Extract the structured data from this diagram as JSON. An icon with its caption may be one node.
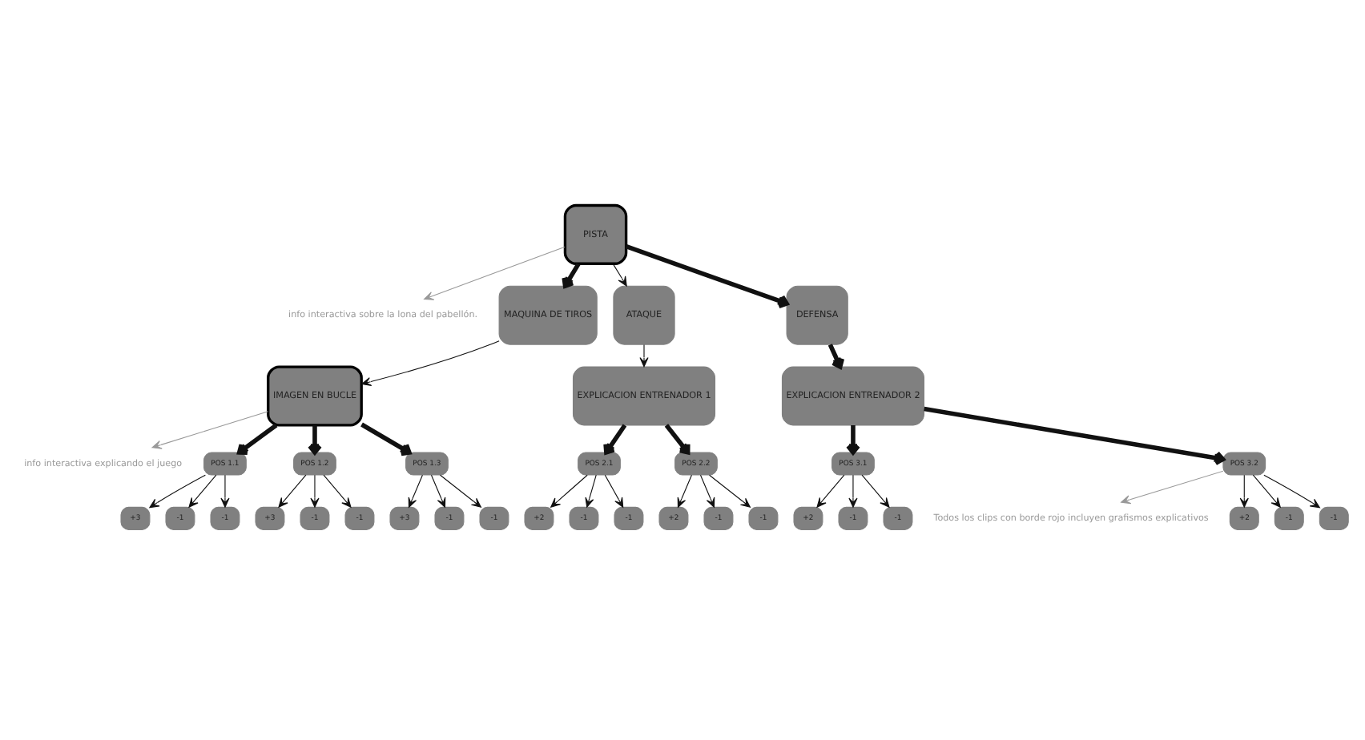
{
  "diagram": {
    "nodes": [
      {
        "text": [
          "PISTA"
        ]
      },
      {
        "text": [
          "info interactiva sobre la lona del pabellón."
        ]
      },
      {
        "text": [
          "MAQUINA DE TIROS"
        ]
      },
      {
        "text": [
          "ATAQUE"
        ]
      },
      {
        "text": [
          "DEFENSA"
        ]
      },
      {
        "text": [
          "IMAGEN EN BUCLE"
        ]
      },
      {
        "text": [
          "info interactiva explicando el juego"
        ]
      },
      {
        "text": [
          "EXPLICACION ENTRENADOR 2"
        ]
      },
      {
        "text": [
          "Todos los clips con borde rojo incluyen grafismos explicativos"
        ]
      },
      {
        "text": [
          "POS 1.1"
        ]
      },
      {
        "text": [
          "POS 1.2"
        ]
      },
      {
        "text": [
          "POS 1.3"
        ]
      },
      {
        "text": [
          "EXPLICACION ENTRENADOR 1"
        ]
      },
      {
        "text": [
          "POS 3.1"
        ]
      },
      {
        "text": [
          "POS 3.2"
        ]
      },
      {
        "text": [
          "POS 2.1"
        ]
      },
      {
        "text": [
          "POS 2.2"
        ]
      },
      {
        "text": [
          "+3"
        ]
      },
      {
        "text": [
          "-1"
        ]
      },
      {
        "text": [
          "-1"
        ]
      },
      {
        "text": [
          "+3"
        ]
      },
      {
        "text": [
          "-1"
        ]
      },
      {
        "text": [
          "-1"
        ]
      },
      {
        "text": [
          "+3"
        ]
      },
      {
        "text": [
          "-1"
        ]
      },
      {
        "text": [
          "-1"
        ]
      },
      {
        "text": [
          "+2"
        ]
      },
      {
        "text": [
          "-1"
        ]
      },
      {
        "text": [
          "-1"
        ]
      },
      {
        "text": [
          "+2"
        ]
      },
      {
        "text": [
          "-1"
        ]
      },
      {
        "text": [
          "-1"
        ]
      },
      {
        "text": [
          "+2"
        ]
      },
      {
        "text": [
          "-1"
        ]
      },
      {
        "text": [
          "-1"
        ]
      },
      {
        "text": [
          "+2"
        ]
      },
      {
        "text": [
          "-1"
        ]
      },
      {
        "text": [
          "-1"
        ]
      }
    ],
    "edges": [
      {
        "from": 0,
        "to": 1,
        "arrow": "to",
        "color": "#999999"
      },
      {
        "from": 0,
        "to": 2,
        "arrow": "to",
        "style": "thick"
      },
      {
        "from": 0,
        "to": 3,
        "arrow": "to"
      },
      {
        "from": 0,
        "to": 4,
        "arrow": "to",
        "style": "thick"
      },
      {
        "from": 2,
        "to": 5,
        "arrow": "to"
      },
      {
        "from": 5,
        "to": 6,
        "arrow": "to",
        "color": "#999999"
      },
      {
        "from": 4,
        "to": 7,
        "arrow": "to",
        "style": "thick"
      },
      {
        "from": 7,
        "to": 14,
        "arrow": "to",
        "style": "thick"
      },
      {
        "from": 14,
        "to": 8,
        "arrow": "to",
        "color": "#999999"
      },
      {
        "from": 5,
        "to": 9,
        "arrow": "to",
        "style": "thick"
      },
      {
        "from": 5,
        "to": 10,
        "arrow": "to",
        "style": "thick"
      },
      {
        "from": 5,
        "to": 11,
        "arrow": "to",
        "style": "thick"
      },
      {
        "from": 3,
        "to": 12,
        "arrow": "to"
      },
      {
        "from": 7,
        "to": 13,
        "arrow": "to",
        "style": "thick"
      },
      {
        "from": 12,
        "to": 15,
        "arrow": "to",
        "style": "thick"
      },
      {
        "from": 12,
        "to": 16,
        "arrow": "to",
        "style": "thick"
      },
      {
        "from": 9,
        "to": 17,
        "arrow": "to"
      },
      {
        "from": 9,
        "to": 18,
        "arrow": "to"
      },
      {
        "from": 9,
        "to": 19,
        "arrow": "to"
      },
      {
        "from": 10,
        "to": 20,
        "arrow": "to"
      },
      {
        "from": 10,
        "to": 21,
        "arrow": "to"
      },
      {
        "from": 10,
        "to": 22,
        "arrow": "to"
      },
      {
        "from": 11,
        "to": 23,
        "arrow": "to"
      },
      {
        "from": 11,
        "to": 24,
        "arrow": "to"
      },
      {
        "from": 11,
        "to": 25,
        "arrow": "to"
      },
      {
        "from": 13,
        "to": 26,
        "arrow": "to"
      },
      {
        "from": 13,
        "to": 27,
        "arrow": "to"
      },
      {
        "from": 13,
        "to": 28,
        "arrow": "to"
      },
      {
        "from": 14,
        "to": 29,
        "arrow": "to"
      },
      {
        "from": 14,
        "to": 30,
        "arrow": "to"
      },
      {
        "from": 14,
        "to": 31,
        "arrow": "to"
      },
      {
        "from": 15,
        "to": 32,
        "arrow": "to"
      },
      {
        "from": 15,
        "to": 33,
        "arrow": "to"
      },
      {
        "from": 15,
        "to": 34,
        "arrow": "to"
      },
      {
        "from": 16,
        "to": 35,
        "arrow": "to"
      },
      {
        "from": 16,
        "to": 36,
        "arrow": "to"
      },
      {
        "from": 16,
        "to": 37,
        "arrow": "to"
      }
    ]
  }
}
